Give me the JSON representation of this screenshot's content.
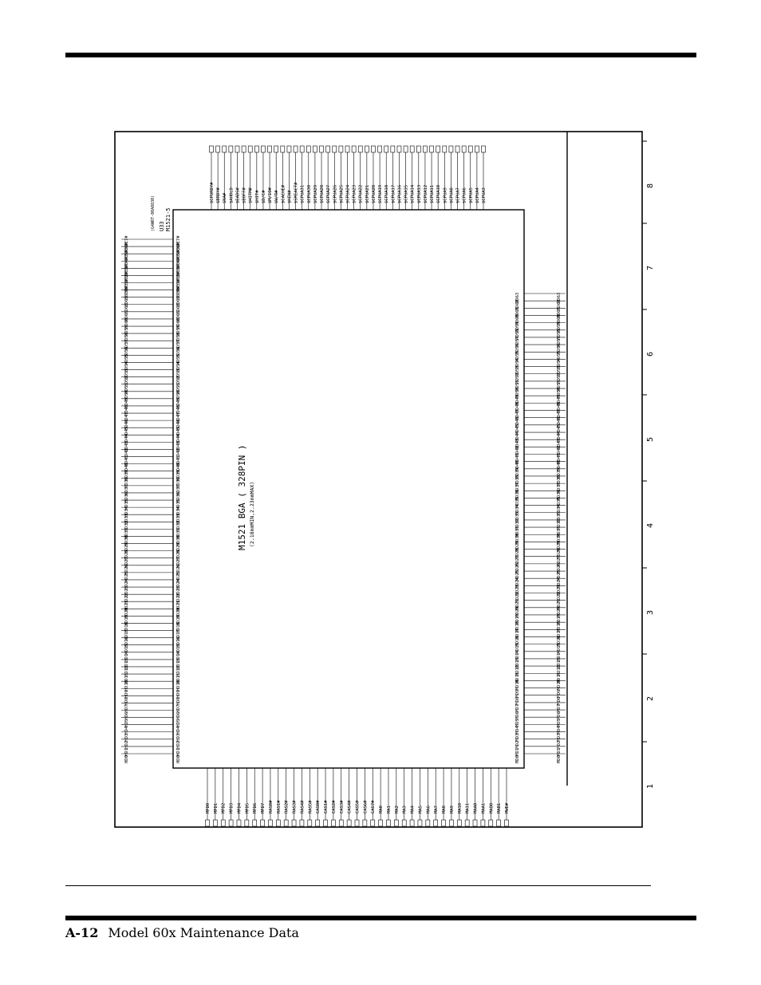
{
  "footer": {
    "page_number": "A-12",
    "title": "Model 60x Maintenance Data"
  },
  "schematic": {
    "chip_title": "M1521 BGA ( 328PIN )",
    "chip_subtitle": "(2.18mmMIN,2.23mmMAX)",
    "ref_designator": "U33",
    "part_number": "M1521-5",
    "part_code": "(G4WRT-00A0830)",
    "border_ticks": [
      "1",
      "2",
      "3",
      "4",
      "5",
      "6",
      "7",
      "8"
    ],
    "left_signals": [
      "HBE7#",
      "HBE6#",
      "HBE5#",
      "HBE4#",
      "HBE3#",
      "HBE2#",
      "HBE1#",
      "HBE0#",
      "HD63",
      "HD62",
      "HD61",
      "HD60",
      "HD59",
      "HD58",
      "HD57",
      "HD56",
      "HD55",
      "HD54",
      "HD53",
      "HD52",
      "HD51",
      "HD50",
      "HD49",
      "HD48",
      "HD47",
      "HD46",
      "HD45",
      "HD44",
      "HD43",
      "HD42",
      "HD41",
      "HD40",
      "HD39",
      "HD38",
      "HD37",
      "HD36",
      "HD35",
      "HD34",
      "HD33",
      "HD32",
      "HD31",
      "HD30",
      "HD29",
      "HD28",
      "HD27",
      "HD26",
      "HD25",
      "HD24",
      "HD23",
      "HD22",
      "HD21",
      "HD20",
      "HD19",
      "HD18",
      "HD17",
      "HD16",
      "HD15",
      "HD14",
      "HD13",
      "HD12",
      "HD11",
      "HD10",
      "HD9",
      "HD8",
      "HD7",
      "HD6",
      "HD5",
      "HD4",
      "HD3",
      "HD2",
      "HD1",
      "HD0"
    ],
    "right_signals": [
      "MD63",
      "MD62",
      "MD61",
      "MD60",
      "MD59",
      "MD58",
      "MD57",
      "MD56",
      "MD55",
      "MD54",
      "MD53",
      "MD52",
      "MD51",
      "MD50",
      "MD49",
      "MD48",
      "MD47",
      "MD46",
      "MD45",
      "MD44",
      "MD43",
      "MD42",
      "MD41",
      "MD40",
      "MD39",
      "MD38",
      "MD37",
      "MD36",
      "MD35",
      "MD34",
      "MD33",
      "MD32",
      "MD31",
      "MD30",
      "MD29",
      "MD28",
      "MD27",
      "MD26",
      "MD25",
      "MD24",
      "MD23",
      "MD22",
      "MD21",
      "MD20",
      "MD19",
      "MD18",
      "MD17",
      "MD16",
      "MD15",
      "MD14",
      "MD13",
      "MD12",
      "MD11",
      "MD10",
      "MD9",
      "MD8",
      "MD7",
      "MD6",
      "MD5",
      "MD4",
      "MD3",
      "MD2",
      "MD1",
      "MD0"
    ],
    "top_signals": [
      "$CPURDY#",
      "$BRDY#",
      "$NA#",
      "$AHOLD",
      "$EADS#",
      "$BOFF#",
      "$HITM#",
      "$HIT#",
      "$D/C#",
      "$M/IO#",
      "$W/R#",
      "$CACHE#",
      "$KEN#",
      "$SMIACT#",
      "$CPUA31",
      "$CPUA30",
      "$CPUA29",
      "$CPUA28",
      "$CPUA27",
      "$CPUA26",
      "$CPUA25",
      "$CPUA24",
      "$CPUA23",
      "$CPUA22",
      "$CPUA21",
      "$CPUA20",
      "$CPUA19",
      "$CPUA18",
      "$CPUA17",
      "$CPUA16",
      "$CPUA15",
      "$CPUA14",
      "$CPUA13",
      "$CPUA12",
      "$CPUA11",
      "$CPUA10",
      "$CPUA9",
      "$CPUA8",
      "$CPUA7",
      "$CPUA6",
      "$CPUA5",
      "$CPUA4",
      "$CPUA3"
    ],
    "bottom_signals": [
      "MPD0",
      "MPD1",
      "MPD2",
      "MPD3",
      "MPD4",
      "MPD5",
      "MPD6",
      "MPD7",
      "RAS0#",
      "RAS1#",
      "RAS2#",
      "RAS3#",
      "RAS4#",
      "RAS5#",
      "CAS0#",
      "CAS1#",
      "CAS2#",
      "CAS3#",
      "CAS4#",
      "CAS5#",
      "CAS6#",
      "CAS7#",
      "MA0",
      "MA1",
      "MA2",
      "MA3",
      "MA4",
      "MA5",
      "MA6",
      "MA7",
      "MA8",
      "MA9",
      "MA10",
      "MA11",
      "MAA0",
      "MAA1",
      "MAB0",
      "MAB1",
      "MWE#"
    ]
  }
}
